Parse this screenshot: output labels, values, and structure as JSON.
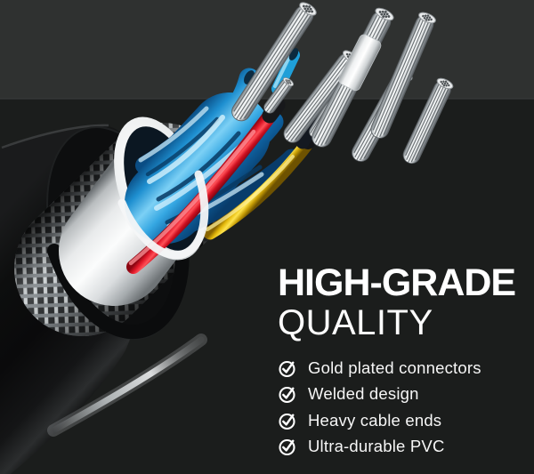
{
  "headline": {
    "line1": "HIGH-GRADE",
    "line2": "QUALITY"
  },
  "features": [
    {
      "icon": "check-circle-icon",
      "label": "Gold plated connectors"
    },
    {
      "icon": "check-circle-icon",
      "label": "Welded design"
    },
    {
      "icon": "check-circle-icon",
      "label": "Heavy cable ends"
    },
    {
      "icon": "check-circle-icon",
      "label": "Ultra-durable PVC"
    }
  ],
  "illustration": {
    "name": "cable-cross-section-cutaway",
    "layers": [
      "black PVC outer jacket",
      "braided metal shielding",
      "white inner sheath",
      "blue insulated twisted wires",
      "red insulated wire",
      "yellow insulated wire",
      "bare stranded silver conductors"
    ]
  },
  "colors": {
    "background_top": "#2F3130",
    "background_bottom": "#1B1D1C",
    "headline_text": "#FFFFFF",
    "feature_text": "#F6F6F6",
    "wire_blue": "#2AA7E1",
    "wire_red": "#E51A2B",
    "wire_yellow": "#F2C71A",
    "strand_silver": "#DCE0E2",
    "sheath_white": "#F2F4F5",
    "jacket_black": "#0A0A0B"
  }
}
